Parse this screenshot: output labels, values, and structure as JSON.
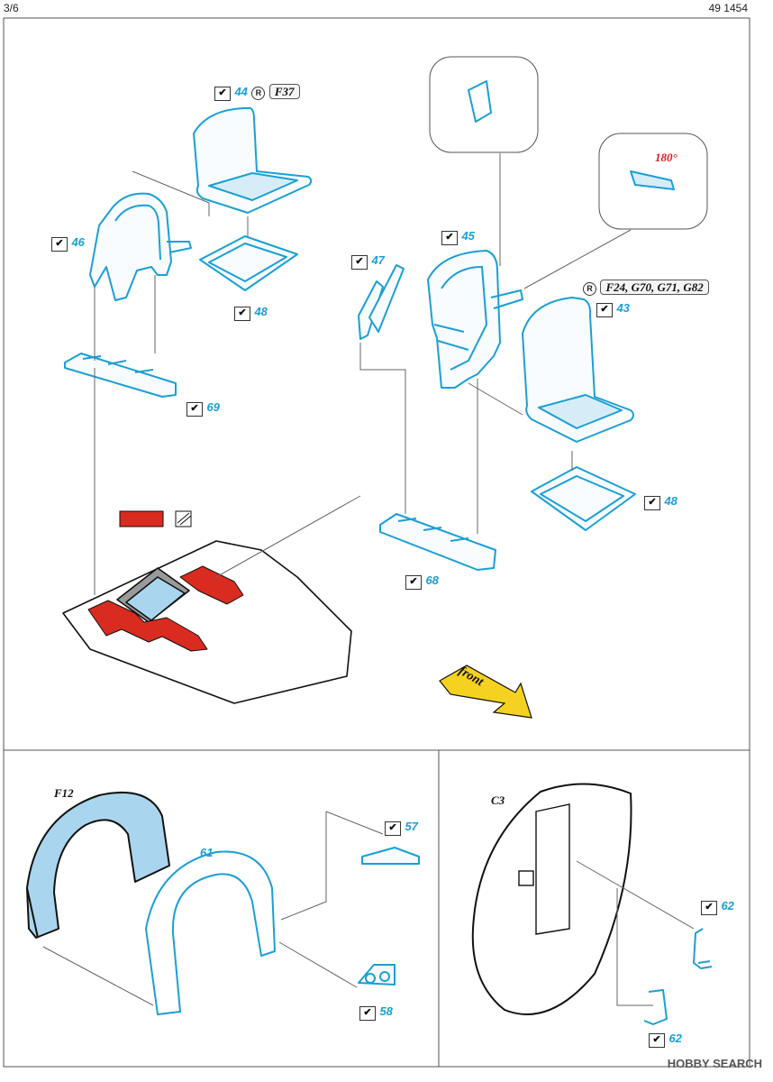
{
  "page": {
    "page_number": "3/6",
    "product_code": "49 1454"
  },
  "parts": {
    "p44": {
      "num": "44",
      "ref": "F37",
      "ref_mark": "R"
    },
    "p45": {
      "num": "45"
    },
    "p46": {
      "num": "46"
    },
    "p47": {
      "num": "47"
    },
    "p48a": {
      "num": "48"
    },
    "p48b": {
      "num": "48"
    },
    "p43": {
      "num": "43",
      "ref": "F24, G70, G71, G82",
      "ref_mark": "R"
    },
    "p69": {
      "num": "69"
    },
    "p68": {
      "num": "68"
    },
    "p57": {
      "num": "57"
    },
    "p61": {
      "num": "61"
    },
    "p58": {
      "num": "58"
    },
    "p62a": {
      "num": "62"
    },
    "p62b": {
      "num": "62"
    }
  },
  "callouts": {
    "rotate": "180°",
    "direction_arrow": "front"
  },
  "subassemblies": {
    "bulkhead_left": "F12",
    "bulkhead_right": "C3"
  },
  "colors": {
    "part_blue": "#1b9fd4",
    "part_fill": "#d6edf8",
    "paint_red": "#d92b1f",
    "arrow_yellow": "#f4d21f"
  },
  "watermark": {
    "text": "HOBBY SEARCH"
  }
}
